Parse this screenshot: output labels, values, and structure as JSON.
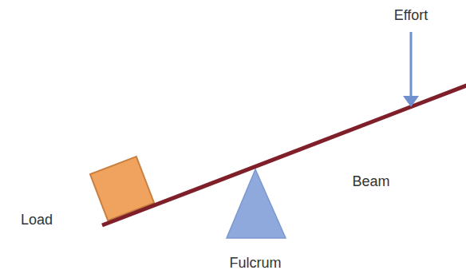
{
  "diagram": {
    "labels": [
      "Effort",
      "Beam",
      "Load",
      "Fulcrum"
    ]
  }
}
